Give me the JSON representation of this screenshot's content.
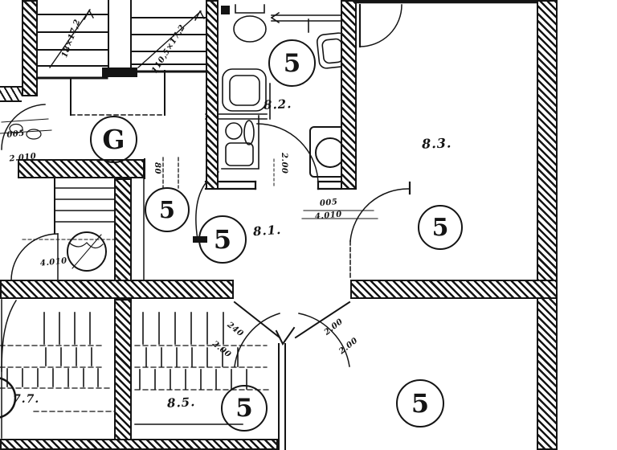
{
  "drawing": {
    "kind": "scanned architectural floor plan",
    "ink_color": "#141414",
    "paper_color": "#ffffff",
    "circled_markers": {
      "g": "G",
      "wc": "5",
      "hall_left": "5",
      "hall_main": "5",
      "room_right": "5",
      "stair_bottom": "5",
      "room_bottom_right": "5"
    },
    "room_labels": {
      "hall": "8.1.",
      "bathroom": "8.2.",
      "room_right": "8.3.",
      "stair_bottom": "8.5.",
      "room_bottom_left": "7.7."
    },
    "dimension_notes": {
      "door_left_w": "005",
      "door_left_h": "2.010",
      "stair_mid": "4.010",
      "door_hall_width": "80",
      "bath_door": "2.00",
      "door_right_w": "005",
      "door_right_h": "4.010",
      "balcony_left_w": "240",
      "balcony_left_h": "2.00",
      "balcony_right_w": "2.00",
      "balcony_right_h": "2.00",
      "stair_note_left": "18×17,2",
      "stair_note_right": "110,5×17,2"
    }
  }
}
